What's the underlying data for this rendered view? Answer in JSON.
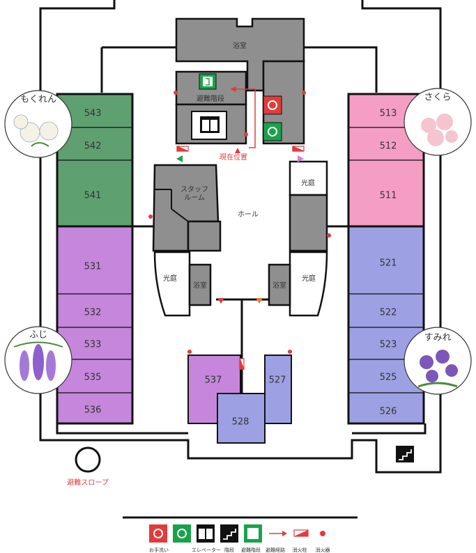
{
  "colors": {
    "mokuren": "#5fa071",
    "sakura": "#f59ec3",
    "fuji": "#c586dc",
    "sumire": "#9da1e3",
    "service": "#8f8f8f",
    "wall": "#111111",
    "accent_red": "#e23b3b",
    "green_exit": "#18a34a"
  },
  "rooms": {
    "r543": "543",
    "r542": "542",
    "r541": "541",
    "r531": "531",
    "r532": "532",
    "r533": "533",
    "r535": "535",
    "r536": "536",
    "r513": "513",
    "r512": "512",
    "r511": "511",
    "r521": "521",
    "r522": "522",
    "r523": "523",
    "r525": "525",
    "r526": "526",
    "r537": "537",
    "r527": "527",
    "r528": "528"
  },
  "areas": {
    "bath_top": "浴室",
    "bath_left": "浴室",
    "bath_right": "浴室",
    "emergency_stairs": "避難階段",
    "staff_room_1": "スタッフ",
    "staff_room_2": "ルーム",
    "hall": "ホール",
    "courtyard_left": "光庭",
    "courtyard_right": "光庭",
    "courtyard_top_right": "光庭",
    "current_location": "現在位置",
    "evacuation_slope": "避難スロープ"
  },
  "wards": {
    "mokuren": "もくれん",
    "sakura": "さくら",
    "fuji": "ふじ",
    "sumire": "すみれ"
  },
  "icons": {
    "exit": "emergency-exit-icon",
    "wheelchair_red": "wheelchair-restroom-icon",
    "wheelchair_green": "accessible-restroom-icon",
    "elevator": "elevator-icon",
    "stairs": "stairs-icon",
    "hydrant": "fire-hydrant-icon",
    "extinguisher": "fire-extinguisher-icon"
  },
  "legend": {
    "restroom": "お手洗い",
    "elevator": "エレベーター",
    "stairs": "階段",
    "emergency_stairs": "避難階段",
    "evac_route": "避難経路",
    "hydrant": "消火栓",
    "extinguisher": "消火器"
  }
}
